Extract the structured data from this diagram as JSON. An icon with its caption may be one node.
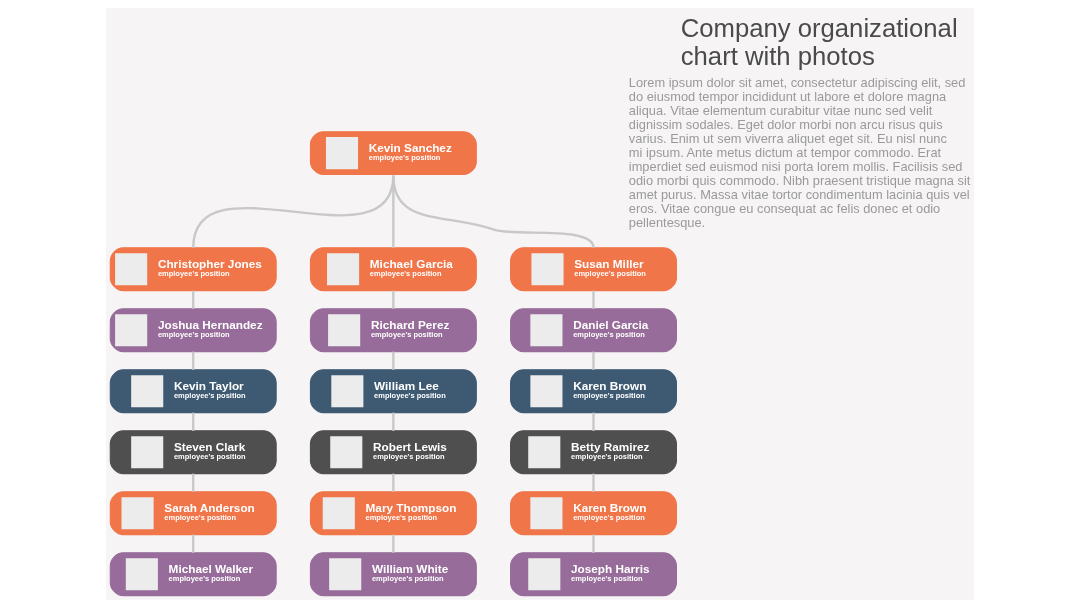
{
  "diagram": {
    "title": "Company organizational chart with photos",
    "nodes": [
      {
        "text": [
          "Kevin Sanchez",
          "employee's position"
        ]
      },
      {
        "text": [
          "Christopher Jones",
          "employee's position"
        ]
      },
      {
        "text": [
          "Michael Garcia",
          "employee's position"
        ]
      },
      {
        "text": [
          "Susan Miller",
          "employee's position"
        ]
      },
      {
        "text": [
          "Joshua Hernandez",
          "employee's position"
        ]
      },
      {
        "text": [
          "Richard Perez",
          "employee's position"
        ]
      },
      {
        "text": [
          "Daniel Garcia",
          "employee's position"
        ]
      },
      {
        "text": [
          "Kevin Taylor",
          "employee's position"
        ]
      },
      {
        "text": [
          "William Lee",
          "employee's position"
        ]
      },
      {
        "text": [
          "Karen Brown",
          "employee's position"
        ]
      },
      {
        "text": [
          "Steven Clark",
          "employee's position"
        ]
      },
      {
        "text": [
          "Robert Lewis",
          "employee's position"
        ]
      },
      {
        "text": [
          "Betty Ramirez",
          "employee's position"
        ]
      },
      {
        "text": [
          "Sarah Anderson",
          "employee's position"
        ]
      },
      {
        "text": [
          "Mary Thompson",
          "employee's position"
        ]
      },
      {
        "text": [
          "Karen Brown",
          "employee's position"
        ]
      },
      {
        "text": [
          "Michael Walker",
          "employee's position"
        ]
      },
      {
        "text": [
          "William White",
          "employee's position"
        ]
      },
      {
        "text": [
          "Joseph Harris",
          "employee's position"
        ]
      }
    ],
    "edges": [
      {
        "from": 0,
        "to": 1,
        "arrow": "none"
      },
      {
        "from": 0,
        "to": 2,
        "arrow": "none"
      },
      {
        "from": 0,
        "to": 3,
        "arrow": "none"
      },
      {
        "from": 1,
        "to": 4,
        "arrow": "none"
      },
      {
        "from": 4,
        "to": 7,
        "arrow": "none"
      },
      {
        "from": 7,
        "to": 10,
        "arrow": "none"
      },
      {
        "from": 10,
        "to": 13,
        "arrow": "none"
      },
      {
        "from": 13,
        "to": 16,
        "arrow": "none"
      },
      {
        "from": 2,
        "to": 5,
        "arrow": "none"
      },
      {
        "from": 5,
        "to": 8,
        "arrow": "none"
      },
      {
        "from": 8,
        "to": 11,
        "arrow": "none"
      },
      {
        "from": 11,
        "to": 14,
        "arrow": "none"
      },
      {
        "from": 14,
        "to": 17,
        "arrow": "none"
      },
      {
        "from": 3,
        "to": 6,
        "arrow": "none"
      },
      {
        "from": 6,
        "to": 9,
        "arrow": "none"
      },
      {
        "from": 9,
        "to": 12,
        "arrow": "none"
      },
      {
        "from": 12,
        "to": 15,
        "arrow": "none"
      },
      {
        "from": 15,
        "to": 18,
        "arrow": "none"
      }
    ],
    "labels": [
      "Lorem ipsum dolor sit amet, consectetur adipiscing elit, sed do eiusmod tempor incididunt ut labore et dolore magna aliqua. Vitae elementum curabitur vitae nunc sed velit dignissim sodales. Eget dolor morbi non arcu risus quis varius. Enim ut sem viverra aliquet eget sit. Eu nisl nunc mi ipsum. Ante metus dictum at tempor commodo. Erat imperdiet sed euismod nisi porta lorem mollis. Facilisis sed odio morbi quis commodo. Nibh praesent tristique magna sit amet purus. Massa vitae tortor condimentum lacinia quis vel eros. Vitae congue eu consequat ac felis donec et odio pellentesque."
    ]
  }
}
